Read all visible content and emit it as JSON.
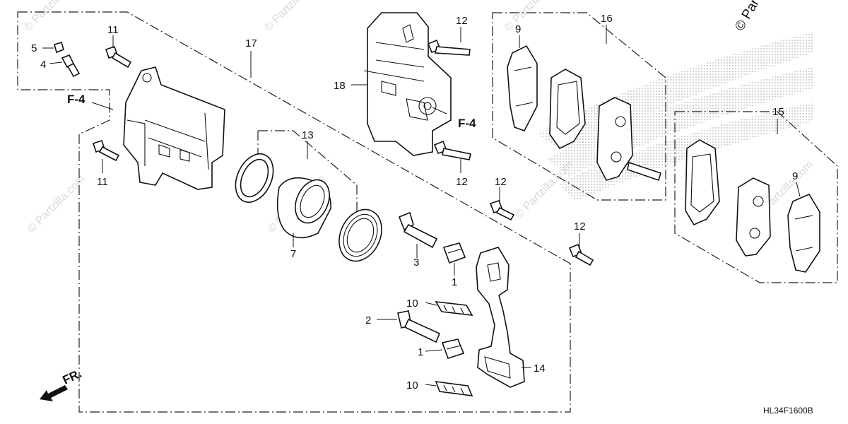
{
  "diagram": {
    "diagram_code": "HL34F1600B",
    "copyright": "© Par",
    "watermark": "© Partzilla.com",
    "direction_label": "FR.",
    "reference_label": "F-4",
    "callouts": {
      "c1a": "1",
      "c1b": "1",
      "c2": "2",
      "c3": "3",
      "c4": "4",
      "c5": "5",
      "c7": "7",
      "c9a": "9",
      "c9b": "9",
      "c10a": "10",
      "c10b": "10",
      "c11a": "11",
      "c11b": "11",
      "c12a": "12",
      "c12b": "12",
      "c12c": "12",
      "c12d": "12",
      "c13": "13",
      "c14": "14",
      "c15": "15",
      "c16": "16",
      "c17": "17",
      "c18": "18"
    }
  }
}
